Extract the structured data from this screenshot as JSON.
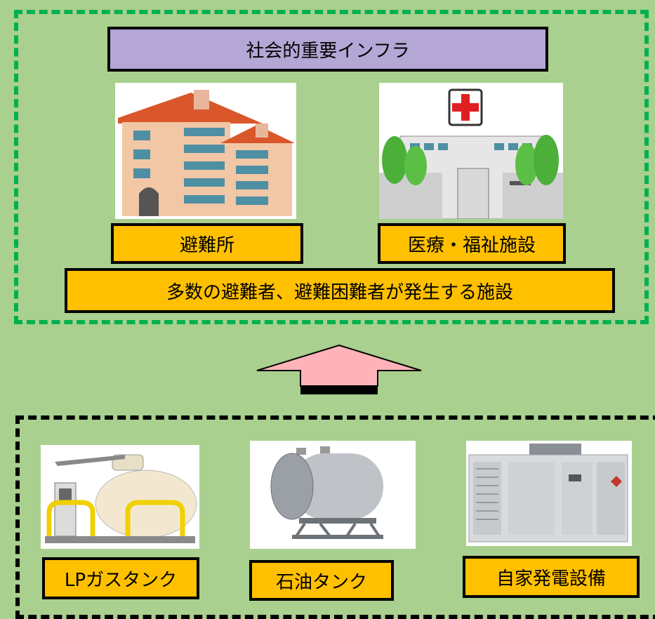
{
  "top_group": {
    "title": "社会的重要インフラ",
    "facilities": [
      {
        "label": "避難所",
        "icon": "shelter-building-icon"
      },
      {
        "label": "医療・福祉施設",
        "icon": "hospital-icon"
      }
    ],
    "summary": "多数の避難者、避難困難者が発生する施設"
  },
  "arrow": {
    "direction": "up",
    "color": "#ffb3b8",
    "icon": "up-arrow-icon"
  },
  "bottom_group": {
    "items": [
      {
        "label": "LPガスタンク",
        "icon": "lp-gas-tank-icon"
      },
      {
        "label": "石油タンク",
        "icon": "oil-tank-icon"
      },
      {
        "label": "自家発電設備",
        "icon": "generator-icon"
      }
    ]
  },
  "colors": {
    "background": "#a9d08e",
    "top_border": "#00b050",
    "bottom_border": "#000000",
    "title_fill": "#b4a7d6",
    "label_fill": "#ffc000"
  }
}
